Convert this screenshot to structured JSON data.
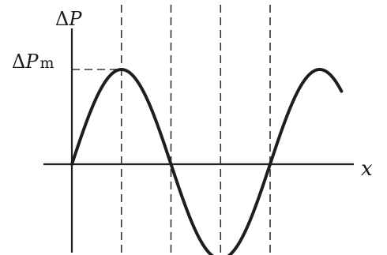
{
  "chart_data": {
    "type": "line",
    "y_axis_label_delta": "Δ",
    "y_axis_label_var": "P",
    "x_axis_label": "x",
    "amplitude_label_delta": "Δ",
    "amplitude_label_var": "P",
    "amplitude_label_sub": "m",
    "amplitude": 1,
    "xlim": [
      0,
      1.36
    ],
    "ylim": [
      -1,
      1
    ],
    "series": [
      {
        "function": "sine",
        "x_start": 0,
        "x_end": 1.36,
        "period": 1
      }
    ],
    "dashed_reference_lines_x": [
      0.25,
      0.5,
      0.75,
      1.0
    ]
  }
}
